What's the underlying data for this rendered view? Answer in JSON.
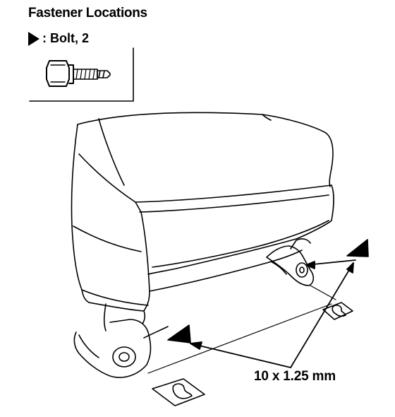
{
  "title": "Fastener Locations",
  "legend": {
    "label": ": Bolt, 2"
  },
  "callout": {
    "size": "10 x 1.25 mm"
  },
  "icons": [
    "triangle-marker-icon",
    "flange-bolt-icon",
    "arrow-icon"
  ]
}
